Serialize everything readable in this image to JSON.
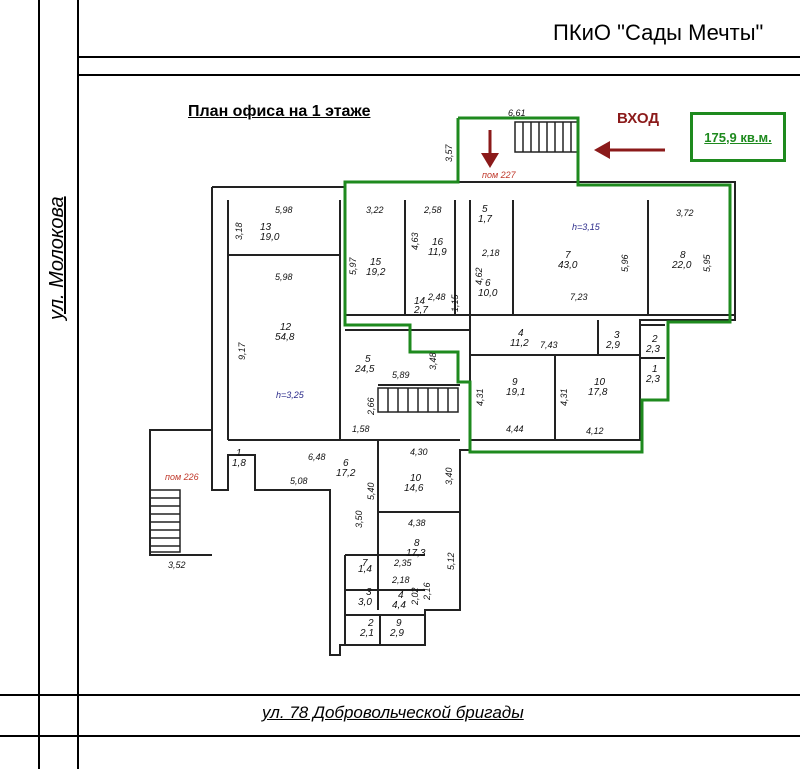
{
  "header": {
    "title": "ПКиО \"Сады Мечты\""
  },
  "plan": {
    "title": "План офиса на 1 этаже",
    "entry_label": "ВХОД",
    "area_label": "175,9 кв.м.",
    "colors": {
      "highlight": "#1e8a1e",
      "arrow": "#8b1a1a",
      "pom": "#c0392b"
    }
  },
  "streets": {
    "left": "ул. Молокова",
    "bottom": "ул. 78 Добровольческой бригады"
  },
  "premises": {
    "pom_227": "пом 227",
    "pom_226": "пом 226"
  },
  "heights": {
    "left": "h=3,25",
    "right": "h=3,15"
  },
  "rooms": [
    {
      "num": "13",
      "area": "19,0"
    },
    {
      "num": "12",
      "area": "54,8"
    },
    {
      "num": "15",
      "area": "19,2"
    },
    {
      "num": "16",
      "area": "11,9"
    },
    {
      "num": "14",
      "area": "2,7"
    },
    {
      "num": "5",
      "area": "24,5"
    },
    {
      "num": "5",
      "area": "1,7"
    },
    {
      "num": "6",
      "area": "10,0"
    },
    {
      "num": "7",
      "area": "43,0"
    },
    {
      "num": "8",
      "area": "22,0"
    },
    {
      "num": "4",
      "area": "11,2"
    },
    {
      "num": "3",
      "area": "2,9"
    },
    {
      "num": "2",
      "area": "2,3"
    },
    {
      "num": "1",
      "area": "2,3"
    },
    {
      "num": "9",
      "area": "19,1"
    },
    {
      "num": "10",
      "area": "17,8"
    },
    {
      "num": "1",
      "area": "1,8"
    },
    {
      "num": "6",
      "area": "17,2"
    },
    {
      "num": "10",
      "area": "14,6"
    },
    {
      "num": "8",
      "area": "17,3"
    },
    {
      "num": "7",
      "area": "1,4"
    },
    {
      "num": "3",
      "area": "3,0"
    },
    {
      "num": "4",
      "area": "4,4"
    },
    {
      "num": "2",
      "area": "2,1"
    },
    {
      "num": "9",
      "area": "2,9"
    }
  ],
  "dimensions": {
    "top_6_61": "6,61",
    "d_3_57": "3,57",
    "d_5_98a": "5,98",
    "d_3_18": "3,18",
    "d_5_98b": "5,98",
    "d_9_17": "9,17",
    "d_3_22": "3,22",
    "d_2_58": "2,58",
    "d_5_97": "5,97",
    "d_4_63": "4,63",
    "d_2_48": "2,48",
    "d_1_15": "1,15",
    "d_2_18": "2,18",
    "d_4_62": "4,62",
    "d_5_96": "5,96",
    "d_7_23": "7,23",
    "d_3_72": "3,72",
    "d_5_95": "5,95",
    "d_3_48": "3,48",
    "d_5_89": "5,89",
    "d_2_66": "2,66",
    "d_1_58": "1,58",
    "d_7_43": "7,43",
    "d_4_31a": "4,31",
    "d_4_31b": "4,31",
    "d_4_44": "4,44",
    "d_4_12": "4,12",
    "d_6_48": "6,48",
    "d_5_08": "5,08",
    "d_4_30": "4,30",
    "d_3_40": "3,40",
    "d_5_40": "5,40",
    "d_3_50": "3,50",
    "d_4_38": "4,38",
    "d_2_35": "2,35",
    "d_5_12": "5,12",
    "d_2_18b": "2,18",
    "d_2_02": "2,02",
    "d_2_16": "2,16",
    "d_3_52": "3,52"
  }
}
